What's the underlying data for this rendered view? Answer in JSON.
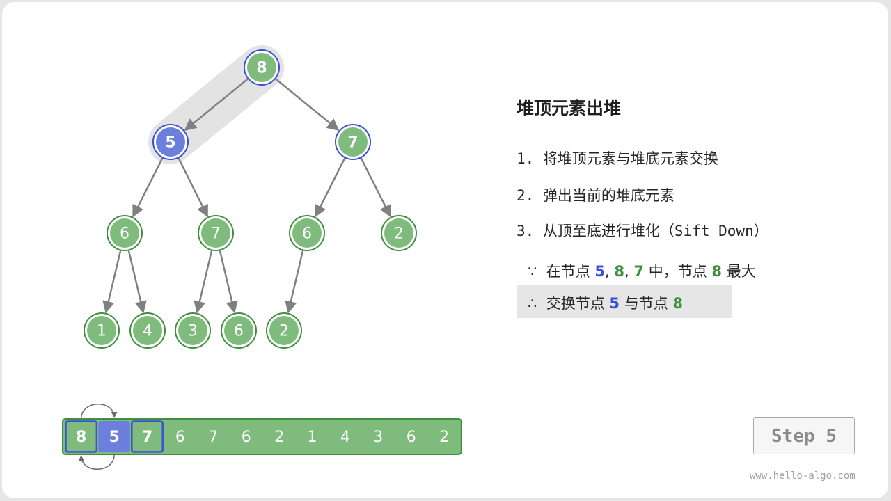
{
  "panel": {
    "title": "堆顶元素出堆",
    "steps": [
      "1. 将堆顶元素与堆底元素交换",
      "2. 弹出当前的堆底元素",
      "3. 从顶至底进行堆化（Sift Down）"
    ],
    "because": {
      "symbol": "∵",
      "prefix": "在节点",
      "n1": "5",
      "sep1": ",",
      "n2": "8",
      "sep2": ",",
      "n3": "7",
      "middle": "中，节点",
      "n4": "8",
      "suffix": "最大"
    },
    "therefore": {
      "symbol": "∴",
      "prefix": "交换节点",
      "n1": "5",
      "middle": "与节点",
      "n2": "8"
    }
  },
  "colors": {
    "green_fill": "#7fbb7c",
    "green_dark": "#3f8f3f",
    "blue_fill": "#6c7fdd",
    "blue_dark": "#3b4fd8",
    "edge": "#808080",
    "highlight": "#e3e3e3"
  },
  "tree": {
    "nodes": [
      {
        "value": "8",
        "state": "selected-green"
      },
      {
        "value": "5",
        "state": "blue"
      },
      {
        "value": "7",
        "state": "selected-green"
      },
      {
        "value": "6",
        "state": "green"
      },
      {
        "value": "7",
        "state": "green"
      },
      {
        "value": "6",
        "state": "green"
      },
      {
        "value": "2",
        "state": "green"
      },
      {
        "value": "1",
        "state": "green"
      },
      {
        "value": "4",
        "state": "green"
      },
      {
        "value": "3",
        "state": "green"
      },
      {
        "value": "6",
        "state": "green"
      },
      {
        "value": "2",
        "state": "green"
      }
    ],
    "highlighted_edge": [
      0,
      1
    ]
  },
  "array": {
    "cells": [
      {
        "value": "8",
        "state": "green-blue-border"
      },
      {
        "value": "5",
        "state": "blue"
      },
      {
        "value": "7",
        "state": "green-blue-border"
      },
      {
        "value": "6",
        "state": "green"
      },
      {
        "value": "7",
        "state": "green"
      },
      {
        "value": "6",
        "state": "green"
      },
      {
        "value": "2",
        "state": "green"
      },
      {
        "value": "1",
        "state": "green"
      },
      {
        "value": "4",
        "state": "green"
      },
      {
        "value": "3",
        "state": "green"
      },
      {
        "value": "6",
        "state": "green"
      },
      {
        "value": "2",
        "state": "green"
      }
    ],
    "swap": [
      0,
      1
    ]
  },
  "step_label": "Step 5",
  "watermark": "www.hello-algo.com"
}
